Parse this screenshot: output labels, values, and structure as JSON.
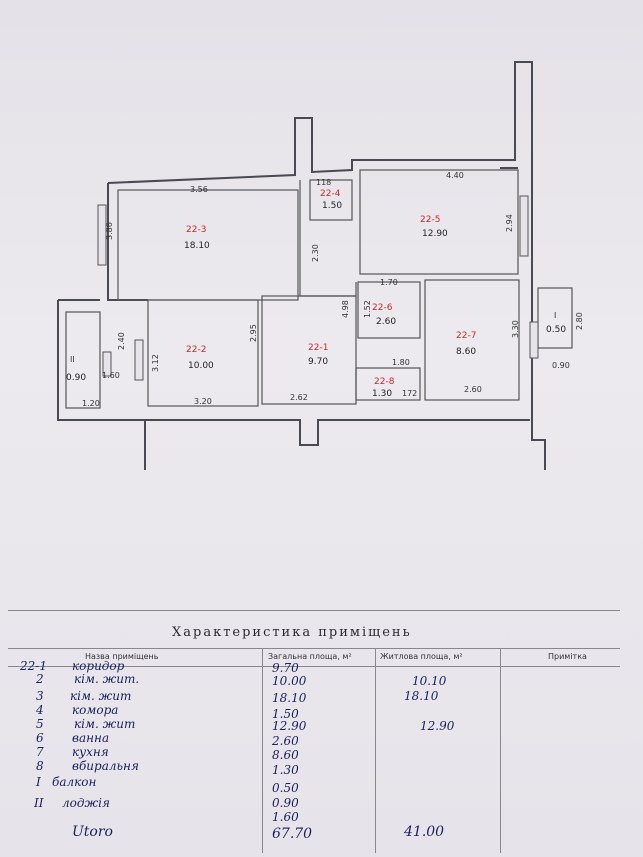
{
  "plan": {
    "dims": {
      "r3_top": "3.56",
      "r3_left": "3.86",
      "r5_top": "4.40",
      "r5_right": "2.94",
      "d118": "118",
      "wc_w": "1.70",
      "d230": "2.30",
      "d498": "4.98",
      "r6_side": "1.52",
      "r2_right": "2.95",
      "r2_left": "3.12",
      "r2_bottom": "3.20",
      "r1_bottom": "2.62",
      "d180": "1.80",
      "d172": "172",
      "r7_left": "3.30",
      "r7_bottom": "2.60",
      "b_left": "2.40",
      "b_bottom": "1.20",
      "b_mid": "1.60",
      "r_right": "2.80",
      "r_right_b": "0.90"
    },
    "rooms": [
      {
        "id": "22-3",
        "area": "18.10"
      },
      {
        "id": "22-4",
        "area": "1.50"
      },
      {
        "id": "22-5",
        "area": "12.90"
      },
      {
        "id": "22-6",
        "area": "2.60"
      },
      {
        "id": "22-1",
        "area": "9.70"
      },
      {
        "id": "22-2",
        "area": "10.00"
      },
      {
        "id": "22-7",
        "area": "8.60"
      },
      {
        "id": "22-8",
        "area": "1.30"
      },
      {
        "id": "II",
        "area": "0.90"
      },
      {
        "id": "I",
        "area": "0.50"
      }
    ]
  },
  "table": {
    "title": "Характеристика приміщень",
    "headers": {
      "name": "Назва приміщень",
      "total": "Загальна площа, м²",
      "living": "Житлова площа, м²",
      "note": "Примітка"
    },
    "rows": [
      {
        "num": "22-1",
        "name": "коридор",
        "total": "9.70",
        "living": ""
      },
      {
        "num": "2",
        "name": "кім. жит.",
        "total": "10.00",
        "living": "10.10"
      },
      {
        "num": "3",
        "name": "кім. жит",
        "total": "18.10",
        "living": "18.10"
      },
      {
        "num": "4",
        "name": "комора",
        "total": "1.50",
        "living": ""
      },
      {
        "num": "5",
        "name": "кім. жит",
        "total": "12.90",
        "living": "12.90"
      },
      {
        "num": "6",
        "name": "ванна",
        "total": "2.60",
        "living": ""
      },
      {
        "num": "7",
        "name": "кухня",
        "total": "8.60",
        "living": ""
      },
      {
        "num": "8",
        "name": "вбиральня",
        "total": "1.30",
        "living": ""
      },
      {
        "num": "I",
        "name": "балкон",
        "total": "0.50",
        "living": ""
      },
      {
        "num": "II",
        "name": "лоджія",
        "total": "0.90",
        "living": ""
      },
      {
        "num": "",
        "name": "",
        "total": "1.60",
        "living": ""
      }
    ],
    "total": {
      "label": "Utoro",
      "total": "67.70",
      "living": "41.00"
    }
  }
}
